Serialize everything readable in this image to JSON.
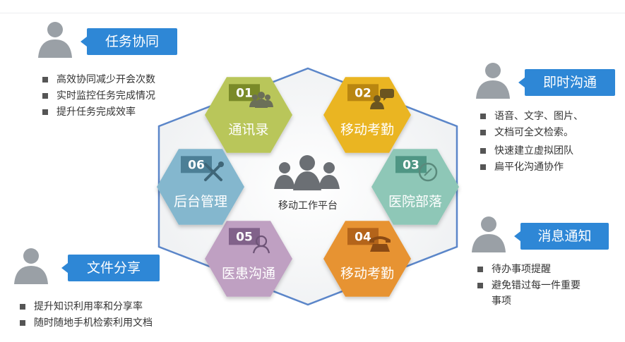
{
  "center": {
    "label": "移动工作平台"
  },
  "hexagons": [
    {
      "number": "01",
      "label": "通讯录",
      "icon": "people-group-icon",
      "color": "#b9c65a",
      "tab": "#7a8a28"
    },
    {
      "number": "02",
      "label": "移动考勤",
      "icon": "person-chat-icon",
      "color": "#eab521",
      "tab": "#b98610"
    },
    {
      "number": "03",
      "label": "医院部落",
      "icon": "compass-icon",
      "color": "#8ec7b7",
      "tab": "#4f9684"
    },
    {
      "number": "04",
      "label": "移动考勤",
      "icon": "telephone-icon",
      "color": "#e79333",
      "tab": "#b4641a"
    },
    {
      "number": "05",
      "label": "医患沟通",
      "icon": "person-icon",
      "color": "#bfa0c2",
      "tab": "#81628a"
    },
    {
      "number": "06",
      "label": "后台管理",
      "icon": "tools-icon",
      "color": "#84b7ce",
      "tab": "#4c7f96"
    }
  ],
  "callouts": {
    "task_collab": {
      "title": "任务协同",
      "items": [
        "高效协同减少开会次数",
        "实时监控任务完成情况",
        "提升任务完成效率"
      ]
    },
    "instant_comm": {
      "title": "即时沟通",
      "items": [
        "语音、文字、图片、",
        "文档可全文检索。",
        "快速建立虚拟团队",
        "扁平化沟通协作"
      ]
    },
    "notification": {
      "title": "消息通知",
      "items": [
        "待办事项提醒",
        "避免错过每一件重要",
        "事项"
      ]
    },
    "file_sharing": {
      "title": "文件分享",
      "items": [
        "提升知识利用率和分享率",
        "随时随地手机检索利用文档"
      ]
    }
  },
  "colors": {
    "callout_blue": "#2e87d6",
    "person_grey": "#9aa0a6",
    "hub_border": "#5b86c9"
  }
}
